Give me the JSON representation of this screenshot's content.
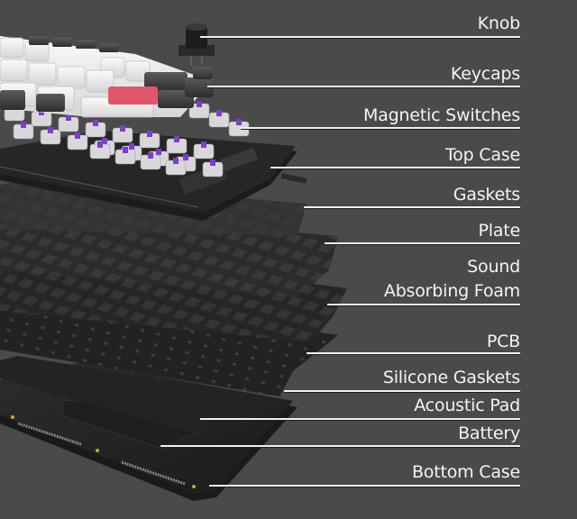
{
  "title": "Exploded keyboard layer diagram",
  "colors": {
    "background": "#4a4a4a",
    "label_text": "#f4f4f4",
    "leader_line": "#f0f0f0",
    "keycap_white": "#eeeeee",
    "keycap_dark": "#3a3a3c",
    "accent_keycap": "#e0566a",
    "switch_stem": "#7b3fc6",
    "switch_housing": "#d8d8dc",
    "layer_dark": "#252525"
  },
  "components": [
    {
      "id": "knob",
      "label": "Knob"
    },
    {
      "id": "keycaps",
      "label": "Keycaps"
    },
    {
      "id": "magnetic-switches",
      "label": "Magnetic Switches"
    },
    {
      "id": "top-case",
      "label": "Top Case"
    },
    {
      "id": "gaskets",
      "label": "Gaskets"
    },
    {
      "id": "plate",
      "label": "Plate"
    },
    {
      "id": "sound-absorbing-foam",
      "label": "Sound\nAbsorbing Foam",
      "line1": "Sound",
      "line2": "Absorbing Foam"
    },
    {
      "id": "pcb",
      "label": "PCB"
    },
    {
      "id": "silicone-gaskets",
      "label": "Silicone Gaskets"
    },
    {
      "id": "acoustic-pad",
      "label": "Acoustic Pad"
    },
    {
      "id": "battery",
      "label": "Battery"
    },
    {
      "id": "bottom-case",
      "label": "Bottom Case"
    }
  ]
}
